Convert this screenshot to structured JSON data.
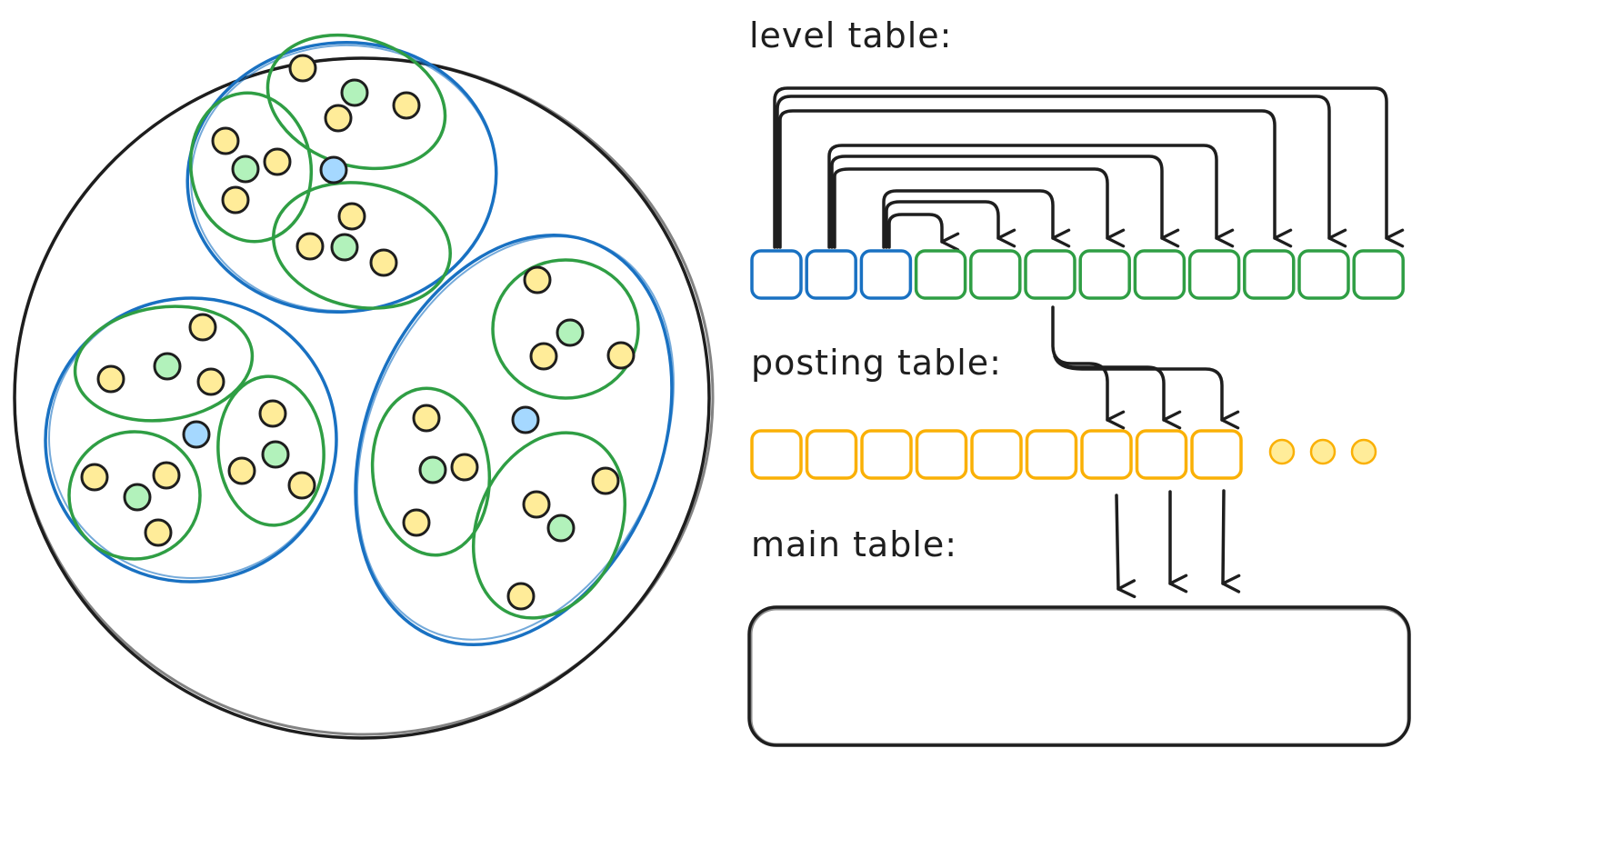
{
  "labels": {
    "level_table": "level table:",
    "posting_table": "posting table:",
    "main_table": "main table:"
  },
  "colors": {
    "ink": "#1e1e1e",
    "blue_stroke": "#1971c2",
    "blue_fill": "#a5d8ff",
    "green_stroke": "#2f9e44",
    "green_fill": "#b2f2bb",
    "yellow_stroke": "#f08c00",
    "yellow_fill": "#ffec99",
    "yellow_cell_stroke": "#fab005"
  },
  "level_table": {
    "cells": [
      "blue",
      "blue",
      "blue",
      "green",
      "green",
      "green",
      "green",
      "green",
      "green",
      "green",
      "green",
      "green"
    ],
    "links": [
      {
        "from": 2,
        "to": [
          3,
          4,
          5
        ]
      },
      {
        "from": 1,
        "to": [
          6,
          7,
          8
        ]
      },
      {
        "from": 0,
        "to": [
          9,
          10,
          11
        ]
      },
      {
        "from": 5,
        "to_posting": [
          6,
          7,
          8
        ]
      }
    ]
  },
  "posting_table": {
    "cell_count": 9,
    "ellipsis_dots": 3,
    "to_main": [
      6,
      7,
      8
    ]
  },
  "main_table": {}
}
